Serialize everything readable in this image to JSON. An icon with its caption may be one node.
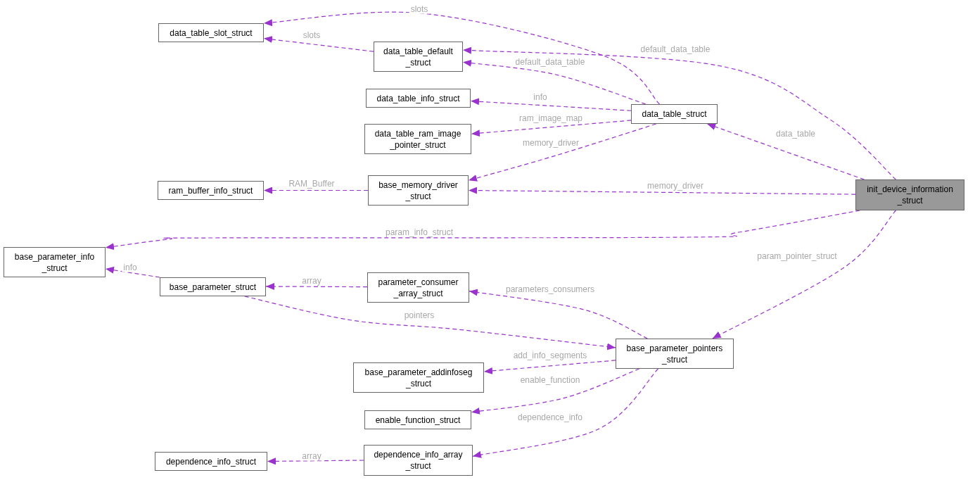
{
  "diagram": {
    "nodes": [
      {
        "text": [
          "data_table_slot_struct"
        ]
      },
      {
        "text": [
          "data_table_default _struct"
        ]
      },
      {
        "text": [
          "data_table_info_struct"
        ]
      },
      {
        "text": [
          "data_table_ram_image _pointer_struct"
        ]
      },
      {
        "text": [
          "data_table_struct"
        ]
      },
      {
        "text": [
          "ram_buffer_info_struct"
        ]
      },
      {
        "text": [
          "base_memory_driver _struct"
        ]
      },
      {
        "text": [
          "init_device_information _struct"
        ]
      },
      {
        "text": [
          "base_parameter_info _struct"
        ]
      },
      {
        "text": [
          "base_parameter_struct"
        ]
      },
      {
        "text": [
          "parameter_consumer _array_struct"
        ]
      },
      {
        "text": [
          "base_parameter_pointers _struct"
        ]
      },
      {
        "text": [
          "base_parameter_addinfoseg _struct"
        ]
      },
      {
        "text": [
          "enable_function_struct"
        ]
      },
      {
        "text": [
          "dependence_info_array _struct"
        ]
      },
      {
        "text": [
          "dependence_info_struct"
        ]
      }
    ],
    "edges": [
      {
        "from": 4,
        "to": 0,
        "arrow": "to",
        "label": "slots",
        "style": "dashed"
      },
      {
        "from": 1,
        "to": 0,
        "arrow": "to",
        "label": "slots",
        "style": "dashed"
      },
      {
        "from": 7,
        "to": 1,
        "arrow": "to",
        "label": "default_data_table",
        "style": "dashed"
      },
      {
        "from": 4,
        "to": 1,
        "arrow": "to",
        "label": "default_data_table",
        "style": "dashed"
      },
      {
        "from": 4,
        "to": 2,
        "arrow": "to",
        "label": "info",
        "style": "dashed"
      },
      {
        "from": 4,
        "to": 3,
        "arrow": "to",
        "label": "ram_image_map",
        "style": "dashed"
      },
      {
        "from": 4,
        "to": 6,
        "arrow": "to",
        "label": "memory_driver",
        "style": "dashed"
      },
      {
        "from": 7,
        "to": 4,
        "arrow": "to",
        "label": "data_table",
        "style": "dashed"
      },
      {
        "from": 6,
        "to": 5,
        "arrow": "to",
        "label": "RAM_Buffer",
        "style": "dashed"
      },
      {
        "from": 7,
        "to": 6,
        "arrow": "to",
        "label": "memory_driver",
        "style": "dashed"
      },
      {
        "from": 7,
        "to": 8,
        "arrow": "to",
        "label": "param_info_struct",
        "style": "dashed"
      },
      {
        "from": 9,
        "to": 8,
        "arrow": "to",
        "label": "info",
        "style": "dashed"
      },
      {
        "from": 10,
        "to": 9,
        "arrow": "to",
        "label": "array",
        "style": "dashed"
      },
      {
        "from": 9,
        "to": 11,
        "arrow": "to",
        "label": "pointers",
        "style": "dashed"
      },
      {
        "from": 7,
        "to": 11,
        "arrow": "to",
        "label": "param_pointer_struct",
        "style": "dashed"
      },
      {
        "from": 11,
        "to": 10,
        "arrow": "to",
        "label": "parameters_consumers",
        "style": "dashed"
      },
      {
        "from": 11,
        "to": 12,
        "arrow": "to",
        "label": "add_info_segments",
        "style": "dashed"
      },
      {
        "from": 11,
        "to": 13,
        "arrow": "to",
        "label": "enable_function",
        "style": "dashed"
      },
      {
        "from": 11,
        "to": 14,
        "arrow": "to",
        "label": "dependence_info",
        "style": "dashed"
      },
      {
        "from": 14,
        "to": 15,
        "arrow": "to",
        "label": "array",
        "style": "dashed"
      }
    ]
  }
}
